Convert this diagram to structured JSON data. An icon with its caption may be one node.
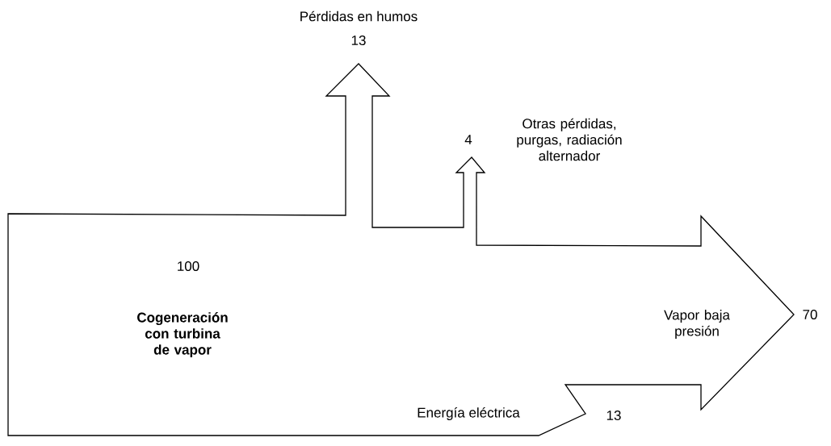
{
  "diagram": {
    "nodes": [
      {
        "text": [
          "100",
          "Cogeneración con turbina de vapor",
          "Vapor baja presión",
          "Energía eléctrica"
        ],
        "beside": [
          "Pérdidas en humos",
          "13",
          "4",
          "Otras pérdidas, purgas, radiación alternador",
          "70",
          "13"
        ]
      }
    ]
  }
}
